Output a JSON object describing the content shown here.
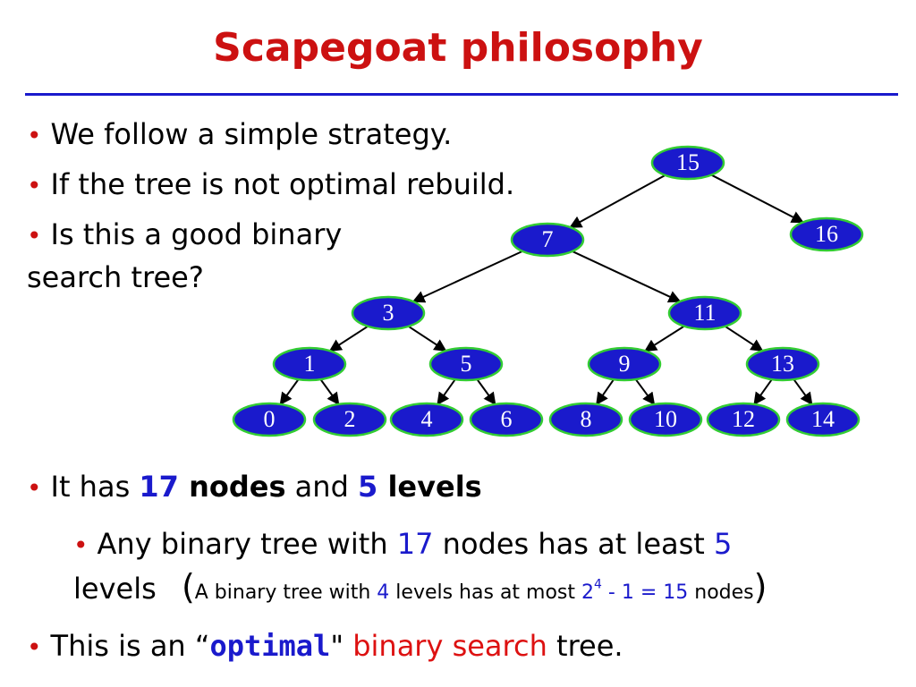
{
  "title": "Scapegoat philosophy",
  "bullets": {
    "b1": "We follow a simple strategy.",
    "b2": "If the tree is not optimal rebuild.",
    "b3a": "Is this a good binary",
    "b3b": "search tree?",
    "b4": {
      "pre": "It has ",
      "nodes_count": "17",
      "nodes_word": " nodes",
      "and": " and ",
      "levels_count": "5",
      "levels_word": " levels"
    },
    "sub": {
      "pre": "Any binary tree with ",
      "n": "17",
      "mid": " nodes has at least ",
      "l": "5",
      "line2": "levels",
      "paren_open": "(",
      "s1": "A binary tree with ",
      "s4": "4",
      "s2": " levels has at most ",
      "base": "2",
      "exp": "4",
      "expr": " - 1 = 15",
      "s3": " nodes",
      "paren_close": ")"
    },
    "b5": {
      "pre": "This is an “",
      "opt": "optimal",
      "quote": "\"",
      "bs": " binary search",
      "post": " tree."
    }
  },
  "tree": {
    "nodes": [
      {
        "id": "15",
        "label": "15"
      },
      {
        "id": "7",
        "label": "7"
      },
      {
        "id": "16",
        "label": "16"
      },
      {
        "id": "3",
        "label": "3"
      },
      {
        "id": "11",
        "label": "11"
      },
      {
        "id": "1",
        "label": "1"
      },
      {
        "id": "5",
        "label": "5"
      },
      {
        "id": "9",
        "label": "9"
      },
      {
        "id": "13",
        "label": "13"
      },
      {
        "id": "0",
        "label": "0"
      },
      {
        "id": "2",
        "label": "2"
      },
      {
        "id": "4",
        "label": "4"
      },
      {
        "id": "6",
        "label": "6"
      },
      {
        "id": "8",
        "label": "8"
      },
      {
        "id": "10",
        "label": "10"
      },
      {
        "id": "12",
        "label": "12"
      },
      {
        "id": "14",
        "label": "14"
      }
    ],
    "edges": [
      [
        "15",
        "7"
      ],
      [
        "15",
        "16"
      ],
      [
        "7",
        "3"
      ],
      [
        "7",
        "11"
      ],
      [
        "3",
        "1"
      ],
      [
        "3",
        "5"
      ],
      [
        "11",
        "9"
      ],
      [
        "11",
        "13"
      ],
      [
        "1",
        "0"
      ],
      [
        "1",
        "2"
      ],
      [
        "5",
        "4"
      ],
      [
        "5",
        "6"
      ],
      [
        "9",
        "8"
      ],
      [
        "9",
        "10"
      ],
      [
        "13",
        "12"
      ],
      [
        "13",
        "14"
      ]
    ],
    "colors": {
      "node_fill": "#1a1acc",
      "node_stroke": "#33cc33",
      "edge": "#000000",
      "label": "#ffffff"
    }
  }
}
